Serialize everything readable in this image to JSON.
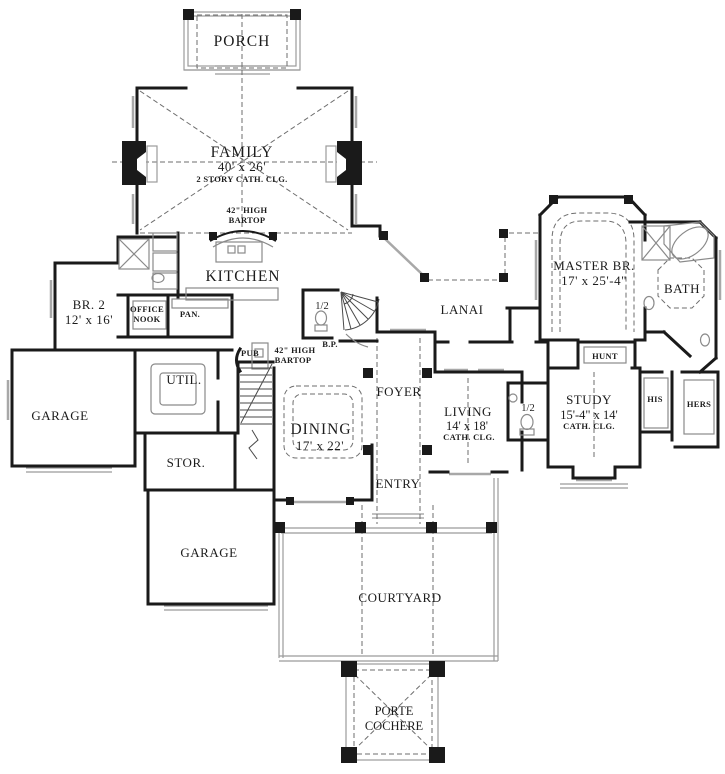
{
  "plan": {
    "drawing_type": "first floor plan",
    "colors": {
      "wall": "#1a1a1a",
      "detail_gray": "#9b9b9b",
      "dash_gray": "#6e6e6e",
      "background": "#ffffff"
    },
    "rooms": {
      "porch": {
        "label": "PORCH"
      },
      "family": {
        "label": "FAMILY",
        "dims": "40' x 26'",
        "note": "2 STORY CATH. CLG."
      },
      "kitchen_bartop": {
        "line1": "42\" HIGH",
        "line2": "BARTOP"
      },
      "kitchen": {
        "label": "KITCHEN"
      },
      "br2": {
        "label": "BR. 2",
        "dims": "12' x 16'"
      },
      "office_nook": {
        "line1": "OFFICE",
        "line2": "NOOK"
      },
      "pantry": {
        "label": "PAN."
      },
      "lanai": {
        "label": "LANAI"
      },
      "master": {
        "label": "MASTER BR.",
        "dims": "17' x 25'-4\""
      },
      "bath": {
        "label": "BATH"
      },
      "util": {
        "label": "UTIL."
      },
      "garage_left": {
        "label": "GARAGE"
      },
      "pub": {
        "label": "PUB"
      },
      "pub_bartop": {
        "line1": "42\" HIGH",
        "line2": "BARTOP"
      },
      "half_bath_1": {
        "label": "1/2"
      },
      "bp": {
        "label": "B.P."
      },
      "foyer": {
        "label": "FOYER"
      },
      "dining": {
        "label": "DINING",
        "dims": "17' x 22'"
      },
      "living": {
        "label": "LIVING",
        "dims": "14' x 18'",
        "note": "CATH. CLG."
      },
      "half_bath_2": {
        "label": "1/2"
      },
      "study": {
        "label": "STUDY",
        "dims": "15'-4\" x 14'",
        "note": "CATH. CLG."
      },
      "hunt": {
        "label": "HUNT"
      },
      "his": {
        "label": "HIS"
      },
      "hers": {
        "label": "HERS"
      },
      "storage": {
        "label": "STOR."
      },
      "garage_bottom": {
        "label": "GARAGE"
      },
      "entry": {
        "label": "ENTRY"
      },
      "courtyard": {
        "label": "COURTYARD"
      },
      "porte_cochere": {
        "line1": "PORTE",
        "line2": "COCHERE"
      }
    }
  }
}
